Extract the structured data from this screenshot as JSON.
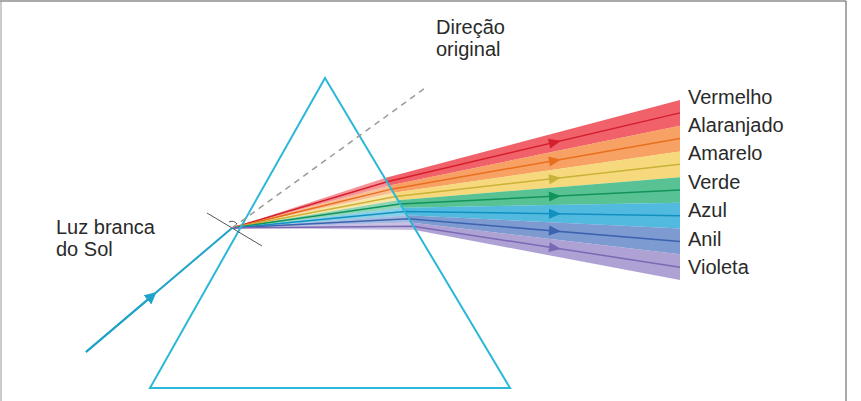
{
  "diagram": {
    "labels": [
      "Direção original",
      "Luz branca do Sol",
      "Vermelho",
      "Alaranjado",
      "Amarelo",
      "Verde",
      "Azul",
      "Anil",
      "Violeta"
    ]
  }
}
